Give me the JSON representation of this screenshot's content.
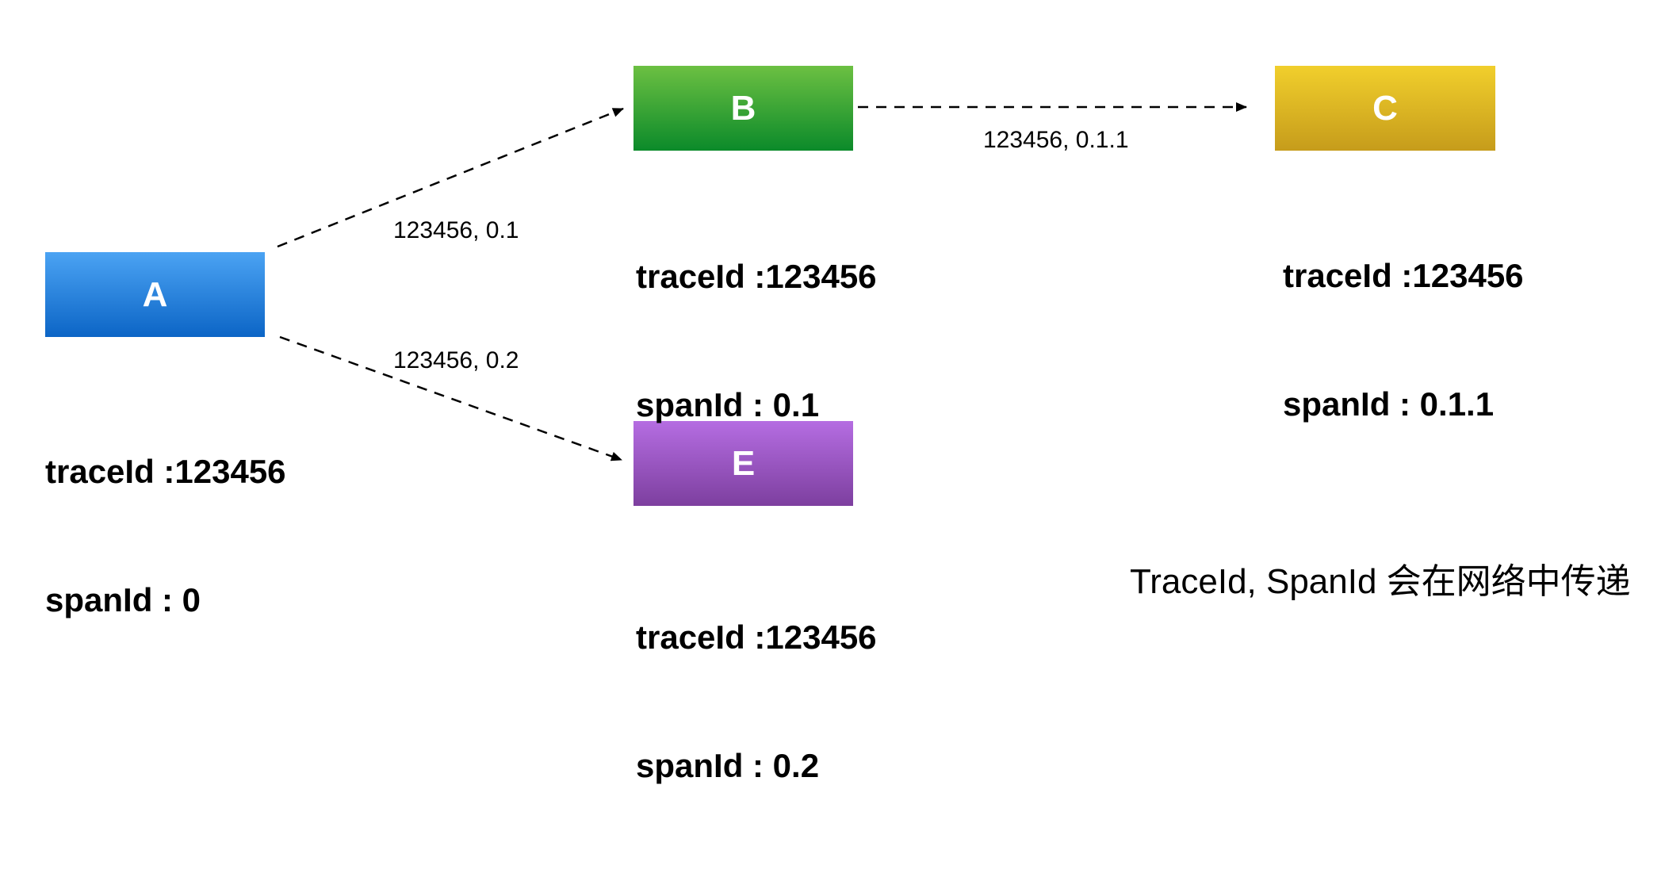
{
  "nodes": {
    "a": {
      "label": "A",
      "trace_line": "traceId :123456",
      "span_line": "spanId : 0",
      "color_top": "#4ba3f3",
      "color_bottom": "#0c65c6"
    },
    "b": {
      "label": "B",
      "trace_line": "traceId :123456",
      "span_line": "spanId : 0.1",
      "color_top": "#6cc042",
      "color_bottom": "#0b8a2a"
    },
    "c": {
      "label": "C",
      "trace_line": "traceId :123456",
      "span_line": "spanId : 0.1.1",
      "color_top": "#f1cf2c",
      "color_bottom": "#c69c1b"
    },
    "e": {
      "label": "E",
      "trace_line": "traceId :123456",
      "span_line": "spanId : 0.2",
      "color_top": "#b56de2",
      "color_bottom": "#7d3f9f"
    }
  },
  "edges": [
    {
      "from": "A",
      "to": "B",
      "label": "123456, 0.1",
      "style": "dashed"
    },
    {
      "from": "A",
      "to": "E",
      "label": "123456, 0.2",
      "style": "dashed"
    },
    {
      "from": "B",
      "to": "C",
      "label": "123456, 0.1.1",
      "style": "dashed"
    }
  ],
  "caption": "TraceId, SpanId 会在网络中传递"
}
